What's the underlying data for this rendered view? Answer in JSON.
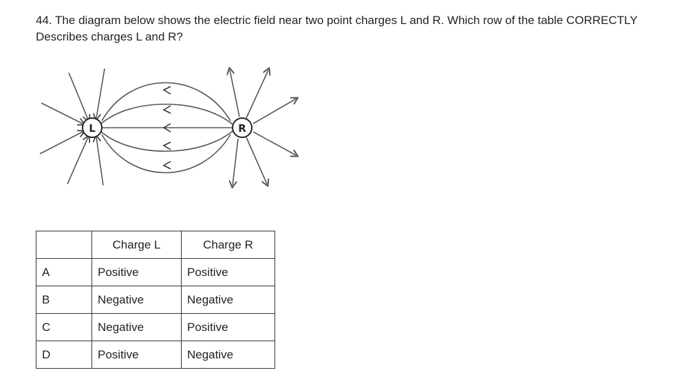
{
  "question": {
    "text": "44.  The diagram below shows the electric field near two point charges L and R. Which row of the table CORRECTLY Describes charges L and R?"
  },
  "diagram": {
    "left_label": "L",
    "right_label": "R"
  },
  "table": {
    "headers": [
      "",
      "Charge L",
      "Charge R"
    ],
    "rows": [
      [
        "A",
        "Positive",
        "Positive"
      ],
      [
        "B",
        "Negative",
        "Negative"
      ],
      [
        "C",
        "Negative",
        "Positive"
      ],
      [
        "D",
        "Positive",
        "Negative"
      ]
    ]
  }
}
